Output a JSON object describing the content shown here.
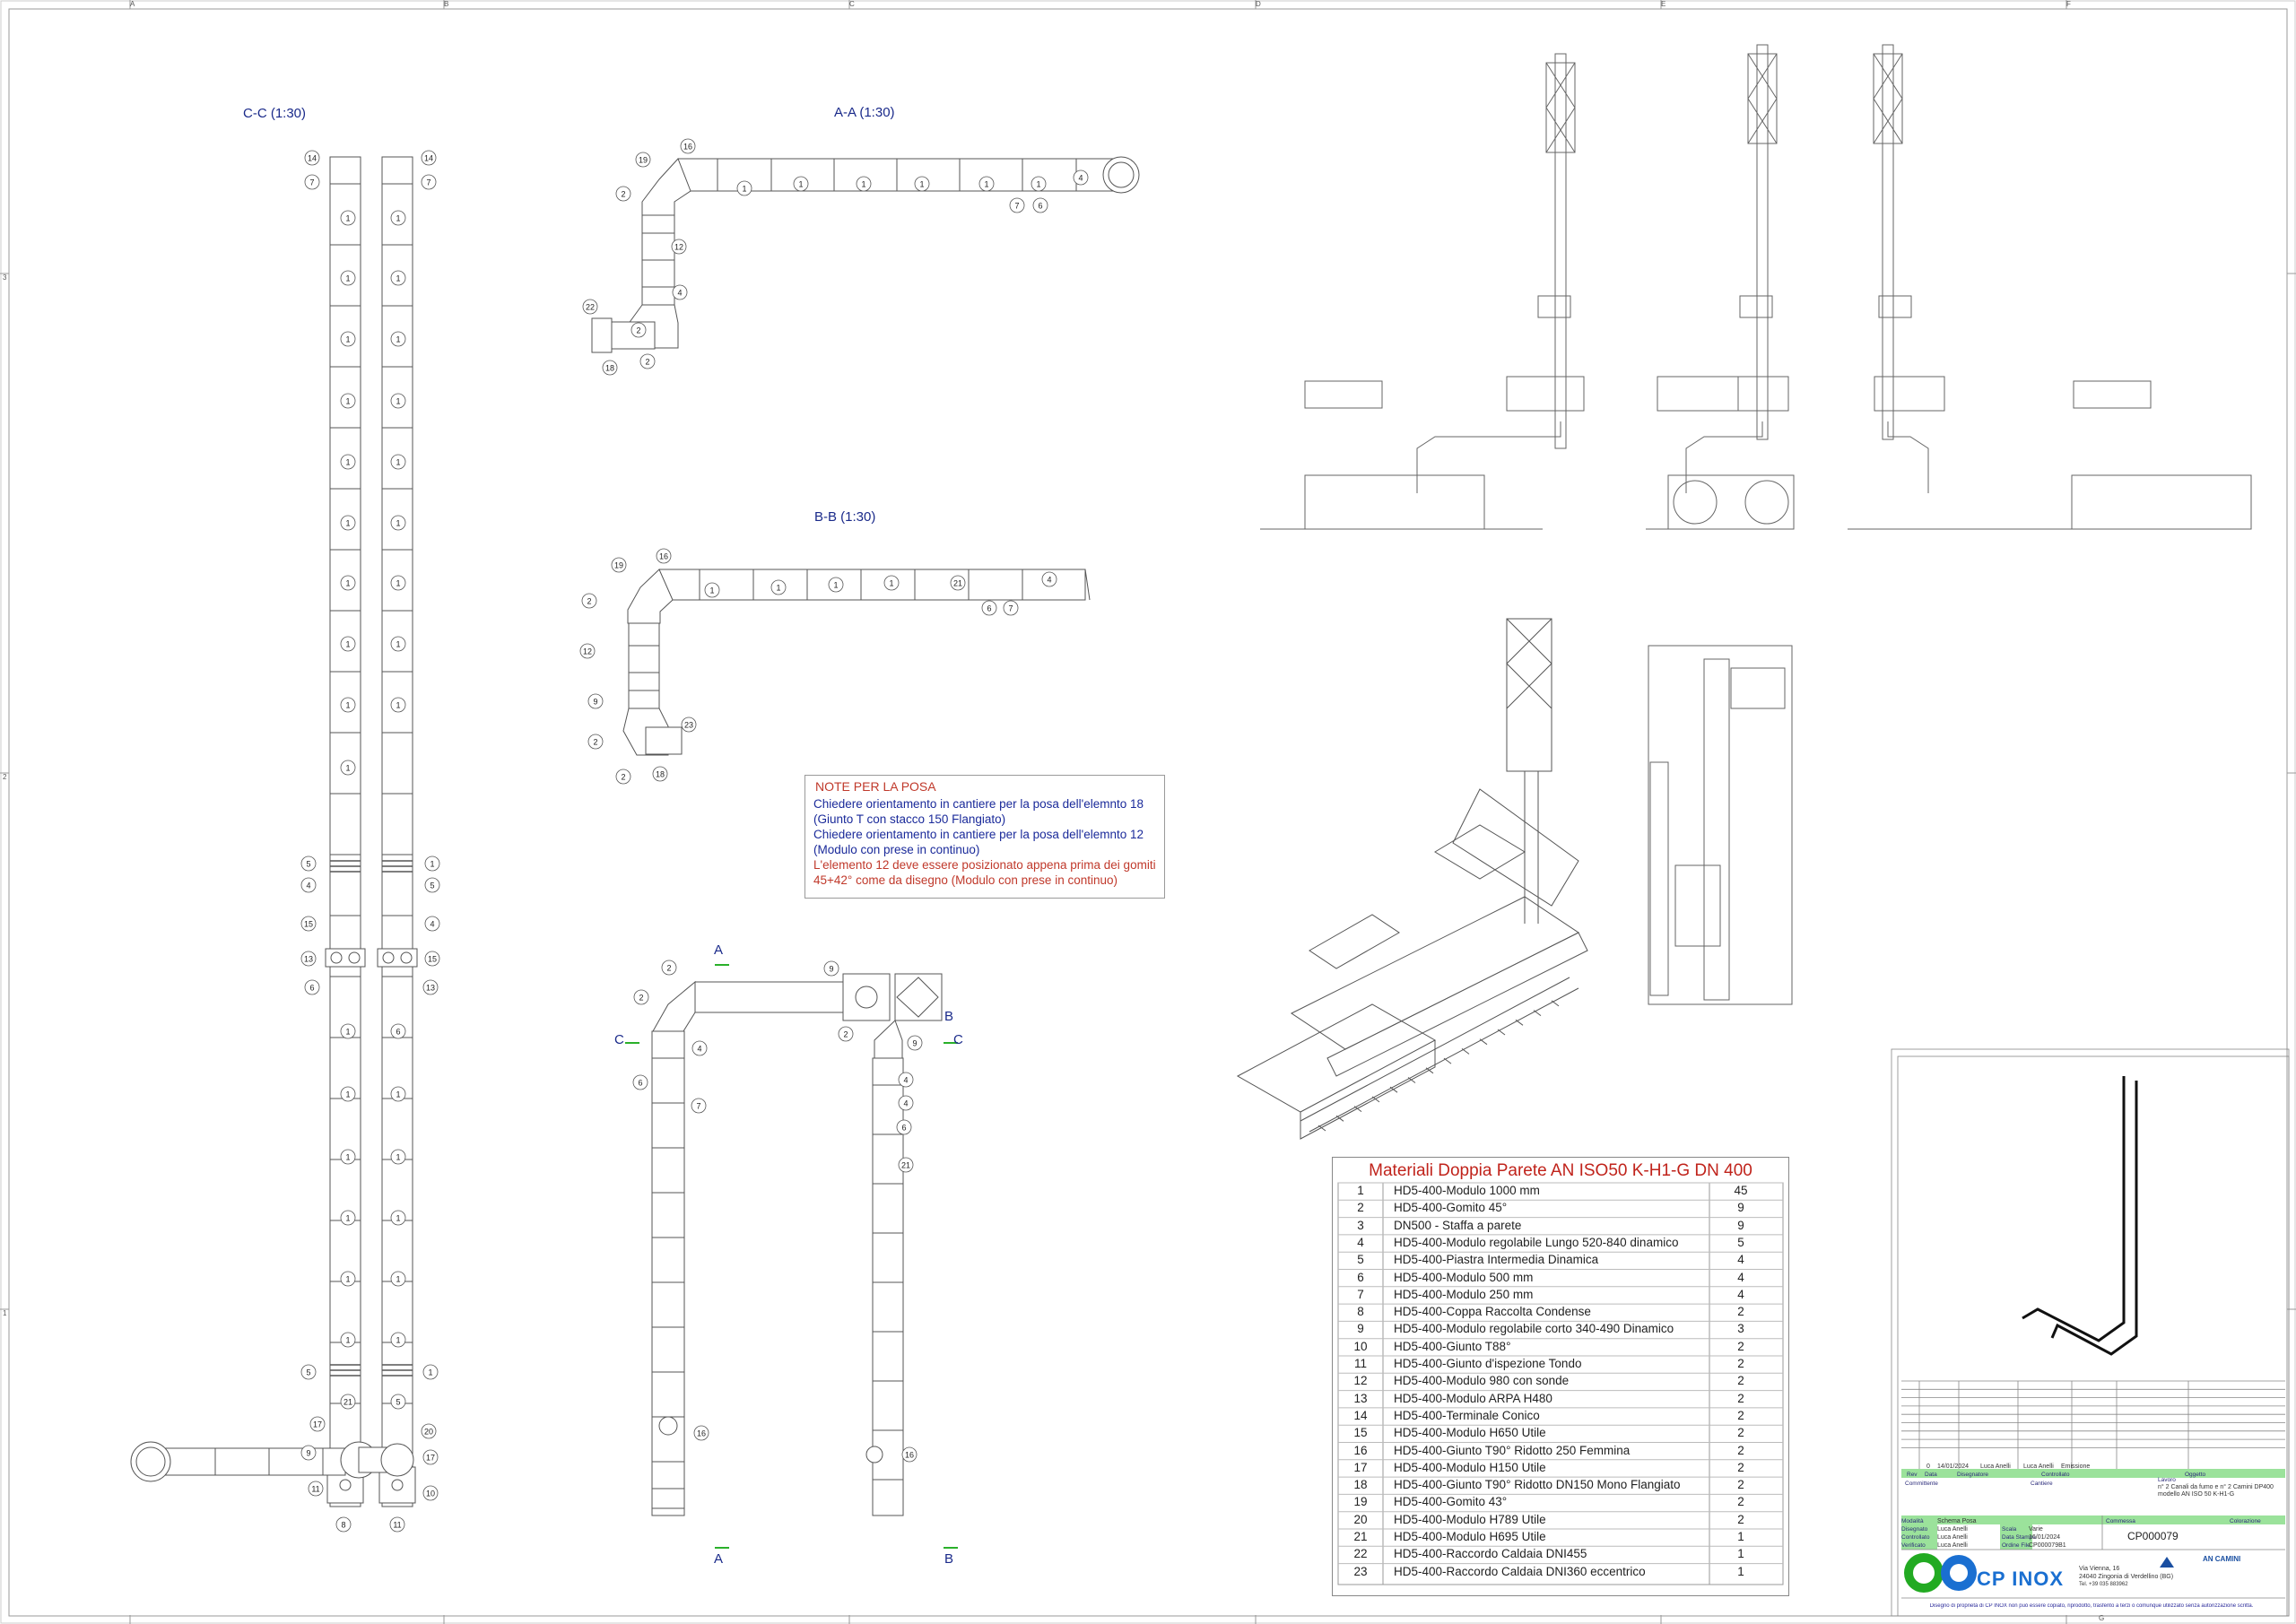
{
  "views": {
    "cc": "C-C (1:30)",
    "aa": "A-A (1:30)",
    "bb": "B-B (1:30)"
  },
  "section_markers": {
    "a_top": "A",
    "a_bottom": "A",
    "b_side": "B",
    "b_bottom": "B",
    "c_left": "C",
    "c_right": "C"
  },
  "border_letters": [
    "A",
    "B",
    "C",
    "D",
    "E",
    "F",
    "G"
  ],
  "border_numbers": [
    "3",
    "2",
    "1"
  ],
  "balloons": {
    "cc": [
      "14",
      "7",
      "1",
      "1",
      "1",
      "1",
      "1",
      "1",
      "1",
      "1",
      "1",
      "1",
      "5",
      "4",
      "15",
      "13",
      "6",
      "1",
      "1",
      "1",
      "1",
      "1",
      "1",
      "5",
      "21",
      "17",
      "9",
      "11",
      "8",
      "14",
      "7",
      "1",
      "1",
      "1",
      "1",
      "1",
      "1",
      "1",
      "1",
      "1",
      "1",
      "5",
      "4",
      "15",
      "13",
      "6",
      "1",
      "1",
      "1",
      "1",
      "1",
      "1",
      "5",
      "20",
      "17",
      "10",
      "11",
      "8"
    ],
    "aa": [
      "19",
      "16",
      "2",
      "1",
      "1",
      "1",
      "1",
      "1",
      "1",
      "4",
      "7",
      "6",
      "12",
      "4",
      "22",
      "2",
      "2",
      "18"
    ],
    "bb": [
      "19",
      "16",
      "2",
      "1",
      "1",
      "1",
      "1",
      "21",
      "4",
      "6",
      "7",
      "12",
      "9",
      "2",
      "23",
      "2",
      "18"
    ],
    "plan": [
      "2",
      "9",
      "2",
      "4",
      "6",
      "7",
      "16",
      "2",
      "9",
      "4",
      "4",
      "6",
      "21",
      "16"
    ]
  },
  "notes": {
    "title": "NOTE PER LA POSA",
    "lines": [
      "Chiedere orientamento in cantiere per la posa dell'elemnto 18",
      "(Giunto T con stacco 150 Flangiato)",
      "Chiedere orientamento in cantiere per la posa dell'elemnto 12",
      "(Modulo con prese in continuo)",
      "L'elemento 12 deve essere posizionato appena prima dei gomiti",
      "45+42° come da disegno (Modulo con prese in continuo)"
    ]
  },
  "bom": {
    "title": "Materiali Doppia Parete AN ISO50 K-H1-G DN 400",
    "rows": [
      {
        "n": "1",
        "desc": "HD5-400-Modulo 1000 mm",
        "qty": "45"
      },
      {
        "n": "2",
        "desc": "HD5-400-Gomito 45°",
        "qty": "9"
      },
      {
        "n": "3",
        "desc": "DN500 - Staffa a parete",
        "qty": "9"
      },
      {
        "n": "4",
        "desc": "HD5-400-Modulo regolabile Lungo 520-840 dinamico",
        "qty": "5"
      },
      {
        "n": "5",
        "desc": "HD5-400-Piastra Intermedia Dinamica",
        "qty": "4"
      },
      {
        "n": "6",
        "desc": "HD5-400-Modulo 500 mm",
        "qty": "4"
      },
      {
        "n": "7",
        "desc": "HD5-400-Modulo 250 mm",
        "qty": "4"
      },
      {
        "n": "8",
        "desc": "HD5-400-Coppa Raccolta Condense",
        "qty": "2"
      },
      {
        "n": "9",
        "desc": "HD5-400-Modulo regolabile corto 340-490 Dinamico",
        "qty": "3"
      },
      {
        "n": "10",
        "desc": "HD5-400-Giunto T88°",
        "qty": "2"
      },
      {
        "n": "11",
        "desc": "HD5-400-Giunto d'ispezione Tondo",
        "qty": "2"
      },
      {
        "n": "12",
        "desc": "HD5-400-Modulo 980 con sonde",
        "qty": "2"
      },
      {
        "n": "13",
        "desc": "HD5-400-Modulo ARPA H480",
        "qty": "2"
      },
      {
        "n": "14",
        "desc": "HD5-400-Terminale Conico",
        "qty": "2"
      },
      {
        "n": "15",
        "desc": "HD5-400-Modulo H650 Utile",
        "qty": "2"
      },
      {
        "n": "16",
        "desc": "HD5-400-Giunto T90° Ridotto 250 Femmina",
        "qty": "2"
      },
      {
        "n": "17",
        "desc": "HD5-400-Modulo H150 Utile",
        "qty": "2"
      },
      {
        "n": "18",
        "desc": "HD5-400-Giunto T90° Ridotto DN150 Mono Flangiato",
        "qty": "2"
      },
      {
        "n": "19",
        "desc": "HD5-400-Gomito 43°",
        "qty": "2"
      },
      {
        "n": "20",
        "desc": "HD5-400-Modulo H789 Utile",
        "qty": "2"
      },
      {
        "n": "21",
        "desc": "HD5-400-Modulo H695 Utile",
        "qty": "1"
      },
      {
        "n": "22",
        "desc": "HD5-400-Raccordo Caldaia DNI455",
        "qty": "1"
      },
      {
        "n": "23",
        "desc": "HD5-400-Raccordo Caldaia  DNI360 eccentrico",
        "qty": "1"
      }
    ]
  },
  "title_block": {
    "rev_row": {
      "rev": "0",
      "date": "14/01/2024",
      "drawn": "Luca Anelli",
      "checked": "Luca Anelli",
      "desc": "Emissione"
    },
    "rev_headers": [
      "Rev",
      "Data",
      "Disegnatore",
      "Controllato",
      "Oggetto"
    ],
    "cliente_label": "Committente",
    "cantiere_label": "Cantiere",
    "lavoro_label": "Lavoro",
    "lavoro": [
      "n° 2 Canali da fumo e n° 2 Camini DP400",
      "modello AN ISO 50 K-H1-G"
    ],
    "rows": [
      {
        "label": "Modalità",
        "value": "Schema Posa"
      },
      {
        "label": "Disegnato",
        "value": "Luca Anelli"
      },
      {
        "label": "Controllato",
        "value": "Luca Anelli"
      },
      {
        "label": "Verificato",
        "value": "Luca Anelli"
      }
    ],
    "mid_rows": [
      {
        "label": "Scala",
        "value": "Varie"
      },
      {
        "label": "Data Stampa",
        "value": "16/01/2024"
      },
      {
        "label": "Ordine File",
        "value": "CP000079B1"
      }
    ],
    "commessa_label": "Commessa",
    "commessa": "CP000079",
    "colorazione_label": "Colorazione",
    "brand": "CP INOX",
    "partner": "AN CAMINI",
    "address": [
      "Via Vienna, 16",
      "24040 Zingonia di Verdellino (BG)",
      "Tel. +39 035 883962"
    ],
    "disclaimer": "Disegno di proprietà di CP INOX non può essere copiato, riprodotto, trasferito a terzi o comunque utilizzato senza autorizzazione scritta.",
    "colors": {
      "green": "#9be29b",
      "logo_green": "#22aa22",
      "logo_blue": "#1a6fd1"
    }
  }
}
